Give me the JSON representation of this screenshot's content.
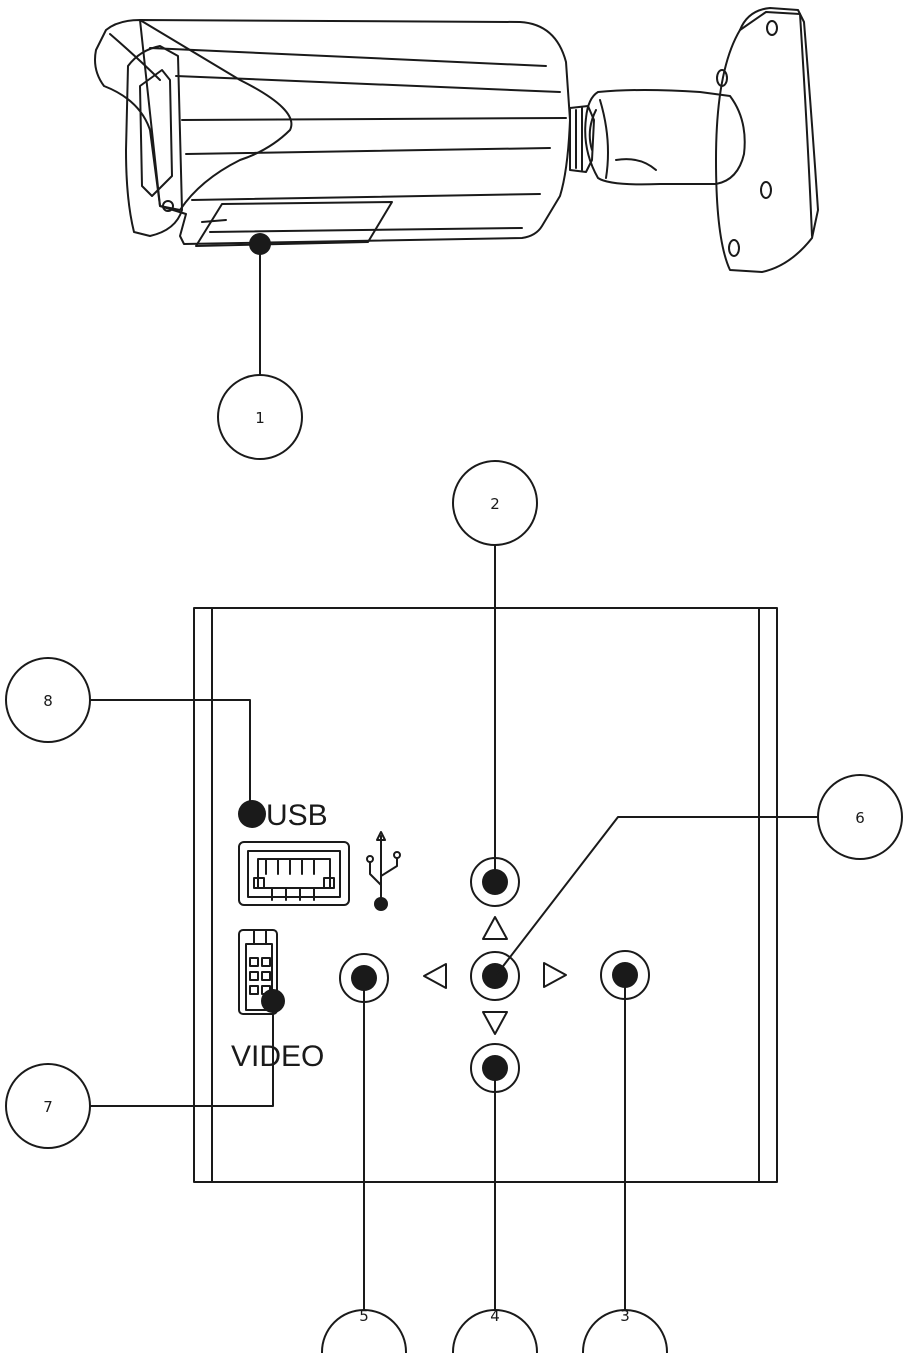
{
  "panel": {
    "usb_label": "USB",
    "video_label": "VIDEO"
  },
  "callouts": [
    {
      "number": "1",
      "target": "camera-body-point"
    },
    {
      "number": "2",
      "target": "up-button"
    },
    {
      "number": "3",
      "target": "right-button"
    },
    {
      "number": "4",
      "target": "down-button"
    },
    {
      "number": "5",
      "target": "left-button"
    },
    {
      "number": "6",
      "target": "center-button"
    },
    {
      "number": "7",
      "target": "video-connector"
    },
    {
      "number": "8",
      "target": "usb-port"
    }
  ]
}
